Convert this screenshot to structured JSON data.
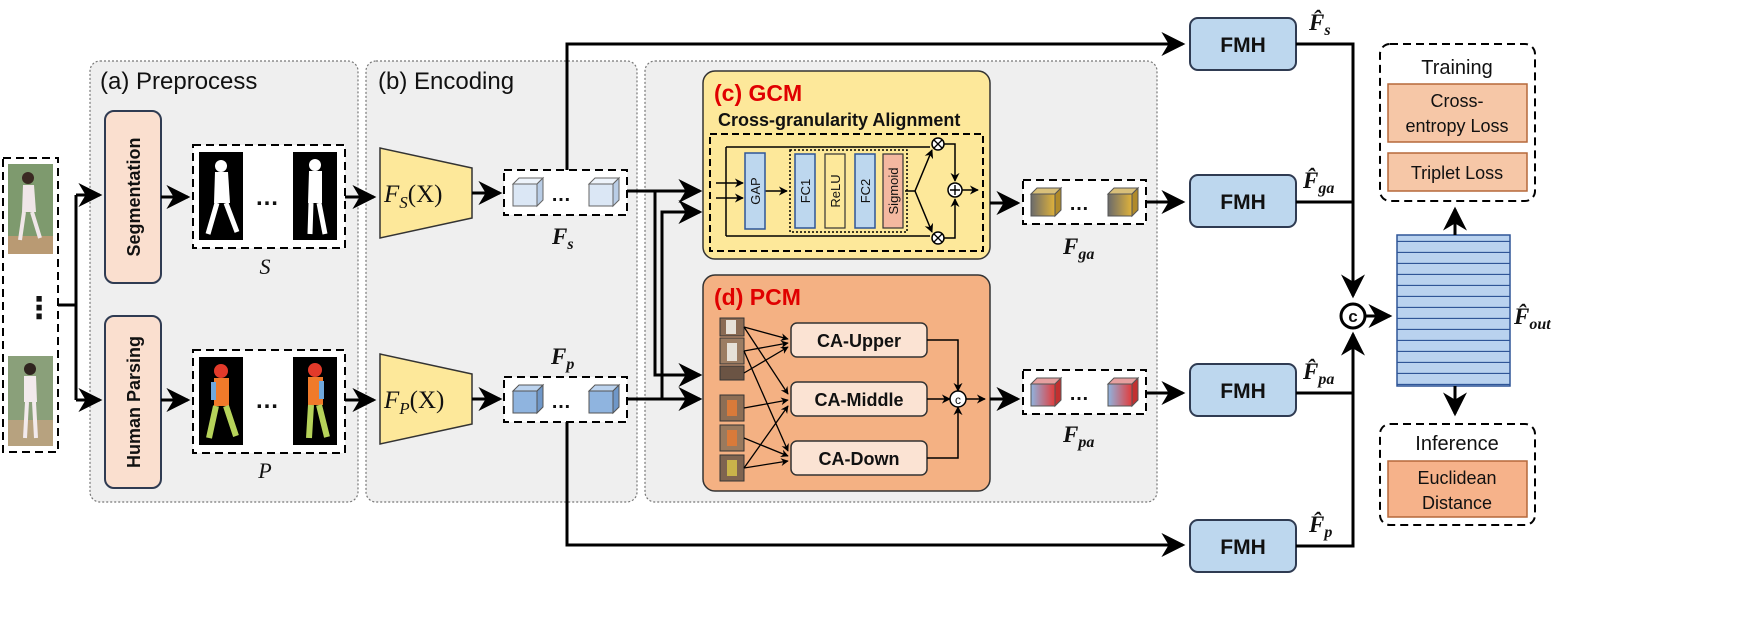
{
  "panels": {
    "preprocess": "(a) Preprocess",
    "encoding": "(b) Encoding"
  },
  "preprocess": {
    "segmentation": "Segmentation",
    "human_parsing": "Human Parsing",
    "seg_label": "S",
    "parse_label": "P",
    "ellipsis": "…",
    "input_ellipsis": "⋮"
  },
  "encoding": {
    "fs_encoder": "F",
    "fs_sub": "S",
    "fp_encoder": "F",
    "fp_sub": "P",
    "arg": "(X)",
    "fs_feature": "F",
    "fs_feature_sub": "s",
    "fp_feature": "F",
    "fp_feature_sub": "p"
  },
  "gcm": {
    "title": "(c) GCM",
    "subtitle": "Cross-granularity Alignment",
    "gap": "GAP",
    "fc1": "FC1",
    "relu": "ReLU",
    "fc2": "FC2",
    "sigmoid": "Sigmoid",
    "output": "F",
    "output_sub": "ga"
  },
  "pcm": {
    "title": "(d) PCM",
    "ca_upper": "CA-Upper",
    "ca_middle": "CA-Middle",
    "ca_down": "CA-Down",
    "output": "F",
    "output_sub": "pa"
  },
  "fmh": {
    "label": "FMH",
    "out_s": "s",
    "out_ga": "ga",
    "out_pa": "pa",
    "out_p": "p",
    "hat_f": "F̂"
  },
  "output": {
    "concat": "c",
    "f_out": "F̂",
    "f_out_sub": "out"
  },
  "training": {
    "title": "Training",
    "ce_line1": "Cross-",
    "ce_line2": "entropy Loss",
    "triplet": "Triplet Loss"
  },
  "inference": {
    "title": "Inference",
    "euc_line1": "Euclidean",
    "euc_line2": "Distance"
  },
  "colors": {
    "panel_bg": "#efefef",
    "pink_box": "#fadfcf",
    "pink_border": "#8a5a44",
    "encoder": "#fde89a",
    "gcm_bg": "#fde89a",
    "pcm_bg": "#f4b183",
    "fmh": "#bdd7ee",
    "fmh_border": "#2f5597",
    "blue_cube": "#a9c6e6",
    "red_title": "#e00000",
    "ca_box": "#fbe3d3",
    "loss_box": "#f6c7a7"
  }
}
